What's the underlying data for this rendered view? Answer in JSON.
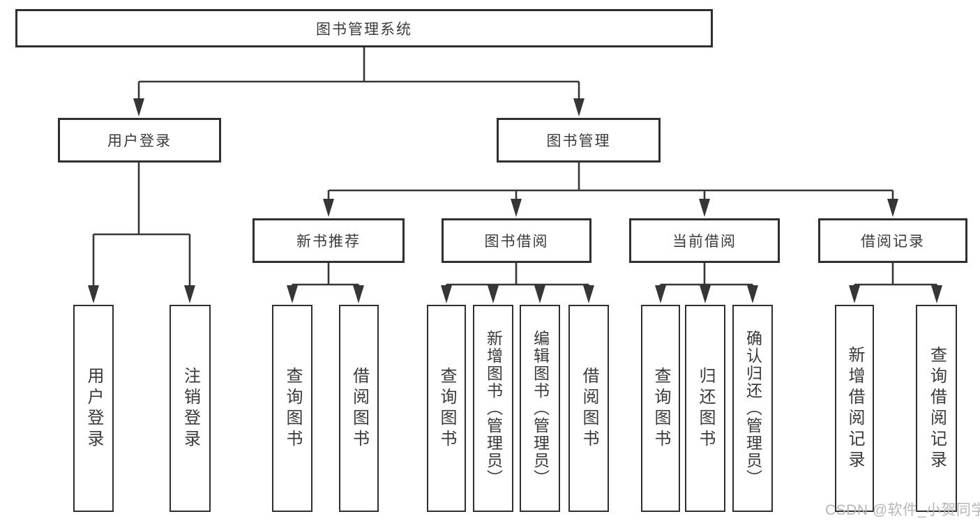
{
  "diagram": {
    "type": "hierarchy-tree",
    "orientation": "top-down",
    "tree": {
      "root": {
        "label": "图书管理系统",
        "children": [
          {
            "label": "用户登录",
            "children": [
              {
                "label": "用户登录"
              },
              {
                "label": "注销登录"
              }
            ]
          },
          {
            "label": "图书管理",
            "children": [
              {
                "label": "新书推荐",
                "children": [
                  {
                    "label": "查询图书"
                  },
                  {
                    "label": "借阅图书"
                  }
                ]
              },
              {
                "label": "图书借阅",
                "children": [
                  {
                    "label": "查询图书"
                  },
                  {
                    "label": "新增图书（管理员）"
                  },
                  {
                    "label": "编辑图书（管理员）"
                  },
                  {
                    "label": "借阅图书"
                  }
                ]
              },
              {
                "label": "当前借阅",
                "children": [
                  {
                    "label": "查询图书"
                  },
                  {
                    "label": "归还图书"
                  },
                  {
                    "label": "确认归还（管理员）"
                  }
                ]
              },
              {
                "label": "借阅记录",
                "children": [
                  {
                    "label": "新增借阅记录"
                  },
                  {
                    "label": "查询借阅记录"
                  }
                ]
              }
            ]
          }
        ]
      }
    },
    "colors": {
      "background": "#ffffff",
      "box_border": "#2f2f2f",
      "box_fill": "#ffffff",
      "connector": "#363636",
      "text": "#3a3a3a",
      "watermark": "#b2b2b2"
    }
  },
  "watermark": {
    "text": "CSDN @软件_小贺同学"
  }
}
